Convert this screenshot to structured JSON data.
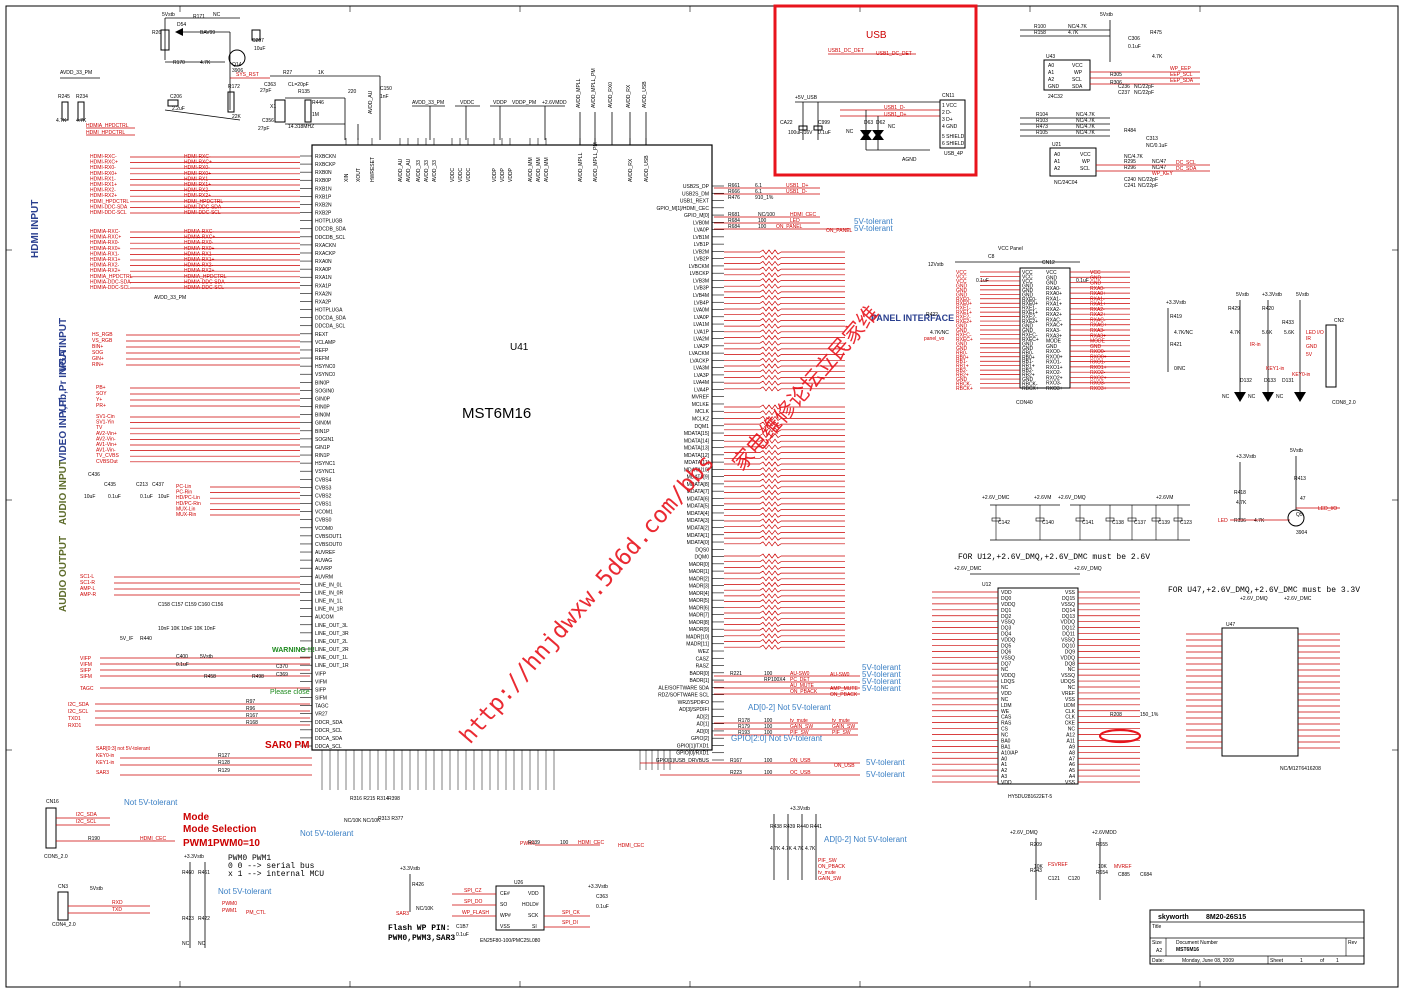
{
  "chip": {
    "ref": "U41",
    "part": "MST6M16",
    "pins_left": [
      "RXBCKN",
      "RXBCKP",
      "RXB0N",
      "RXB0P",
      "RXB1N",
      "RXB1P",
      "RXB2N",
      "RXB2P",
      "HOTPLUGB",
      "DDCDB_SDA",
      "DDCDB_SCL",
      "RXACKN",
      "RXACKP",
      "RXA0N",
      "RXA0P",
      "RXA1N",
      "RXA1P",
      "RXA2N",
      "RXA2P",
      "HOTPLUGA",
      "DDCDA_SDA",
      "DDCDA_SCL",
      "REXT",
      "VCLAMP",
      "REFP",
      "REFM",
      "HSYNC0",
      "VSYNC0",
      "BIN0P",
      "SOGIN0",
      "GIN0P",
      "RIN0P",
      "BIN0M",
      "GIN0M",
      "BIN1P",
      "SOGIN1",
      "GIN1P",
      "RIN1P",
      "HSYNC1",
      "VSYNC1",
      "CVBS4",
      "CVBS3",
      "CVBS2",
      "CVBS1",
      "VCOM1",
      "CVBS0",
      "VCOM0",
      "CVBSOUT1",
      "CVBSOUT0",
      "AUVREF",
      "AUVAG",
      "AUVRP",
      "AUVRM",
      "LINE_IN_0L",
      "LINE_IN_0R",
      "LINE_IN_1L",
      "LINE_IN_1R",
      "AUCOM",
      "LINE_OUT_3L",
      "LINE_OUT_3R",
      "LINE_OUT_2L",
      "LINE_OUT_2R",
      "LINE_OUT_1L",
      "LINE_OUT_1R",
      "VIFP",
      "VIFM",
      "SIFP",
      "SIFM",
      "TAGC",
      "VR27",
      "DDCR_SDA",
      "DDCR_SCL",
      "DDCA_SDA",
      "DDCA_SCL"
    ],
    "pins_right": [
      "USB2S_DP",
      "USB2S_DM",
      "USB1_REXT",
      "GPIO_M[1]/HDMI_CEC",
      "GPIO_M[0]",
      "LVB0M",
      "LVA0P",
      "LVB1M",
      "LVB1P",
      "LVB2M",
      "LVB2P",
      "LVBCKM",
      "LVBCKP",
      "LVB3M",
      "LVB3P",
      "LVB4M",
      "LVB4P",
      "LVA0M",
      "LVA0P",
      "LVA1M",
      "LVA1P",
      "LVA2M",
      "LVA2P",
      "LVACKM",
      "LVACKP",
      "LVA3M",
      "LVA3P",
      "LVA4M",
      "LVA4P",
      "MVREF",
      "MCLKE",
      "MCLK",
      "MCLKZ",
      "DQM1",
      "MDATA[15]",
      "MDATA[14]",
      "MDATA[13]",
      "MDATA[12]",
      "MDATA[11]",
      "MDATA[10]",
      "MDATA[9]",
      "MDATA[8]",
      "MDATA[7]",
      "MDATA[6]",
      "MDATA[5]",
      "MDATA[4]",
      "MDATA[3]",
      "MDATA[2]",
      "MDATA[1]",
      "MDATA[0]",
      "DQS0",
      "DQM0",
      "MADR[0]",
      "MADR[1]",
      "MADR[2]",
      "MADR[3]",
      "MADR[4]",
      "MADR[5]",
      "MADR[6]",
      "MADR[7]",
      "MADR[8]",
      "MADR[9]",
      "MADR[10]",
      "MADR[11]",
      "WEZ",
      "CASZ",
      "RASZ",
      "BADR[0]",
      "BADR[1]",
      "ALE/SOFTWARE SDA",
      "RDZ/SOFTWARE SCL",
      "WRZ/SPDIFO",
      "AD[3]/SPDIFI",
      "AD[2]",
      "AD[1]",
      "AD[0]",
      "GPIO[2]",
      "GPIO[1]/TXD1",
      "GPIO[0]/RXD1",
      "GPIO[1]/USB_DRVBUS"
    ],
    "pins_top": [
      "XIN",
      "XOUT",
      "HWRESET",
      "AVDD_AU",
      "AVDD_AU",
      "AVDD_33",
      "AVDD_33",
      "AVDD_33",
      "VDDC",
      "VDDC",
      "VDDC",
      "VDDP",
      "VDDP",
      "VDDP",
      "AVDD_MM",
      "AVDD_MM",
      "AVDD_MM",
      "AVDD_MPLL",
      "AVDD_MPLL_PM",
      "AVDD_RX",
      "AVDD_USB"
    ]
  },
  "power": {
    "rails": [
      "5Vstb",
      "AVDD_33_PM",
      "AVDD_33_PM",
      "VDDC",
      "VDDP",
      "VDDP_PM",
      "+2.6VMDD",
      "AVDD_MPLL",
      "AVDD_MPLL_PM",
      "AVDD_RX0",
      "AVDD_RX",
      "AVDD_USB",
      "AVDD_AU"
    ],
    "crystal": "14.318MHZ",
    "crystal_note": "CL=20pF",
    "reset_net": "SYS_RST"
  },
  "groups": {
    "hdmi": "HDMI INPUT",
    "vga": "VGA INPUT",
    "ypbpr": "Y,Pb,Pr INPUT",
    "video": "VIDEO INPUT",
    "audio_in": "AUDIO INPUT",
    "audio_out": "AUDIO OUTPUT",
    "panel": "PANEL INTERFACE"
  },
  "hdmi_nets": [
    "HDMI-RXC-",
    "HDMI-RXC+",
    "HDMI-RX0-",
    "HDMI-RX0+",
    "HDMI-RX1-",
    "HDMI-RX1+",
    "HDMI-RX2-",
    "HDMI-RX2+",
    "HDMI_HPDCTRL",
    "HDMI-DDC-SDA",
    "HDMI-DDC-SCL",
    "HDMIA-RXC-",
    "HDMIA-RXC+",
    "HDMIA-RX0-",
    "HDMIA-RX0+",
    "HDMIA-RX1-",
    "HDMIA-RX1+",
    "HDMIA-RX2-",
    "HDMIA-RX2+",
    "HDMIA_HPDCTRL",
    "HDMIA-DDC-SDA",
    "HDMIA-DDC-SCL"
  ],
  "vga_nets": [
    "HS_RGB",
    "VS_RGB",
    "BIN+",
    "SOG",
    "GIN+",
    "RIN+"
  ],
  "ypbpr_nets": [
    "PB+",
    "SOY",
    "Y+",
    "PR+"
  ],
  "video_nets": [
    "SV1-Cin",
    "SV1-Yin",
    "TV",
    "AV2-Vin+",
    "AV2-Vin-",
    "AV1-Vin+",
    "AV1-Vin-",
    "TV_CVBS",
    "CVBSOut"
  ],
  "audio_in_nets": [
    "PC-Lin",
    "PC-Rin",
    "HD/PC-Lin",
    "HD/PC-Rin",
    "MUX-Lin",
    "MUX-Rin"
  ],
  "audio_out_nets": [
    "SC1-L",
    "SC1-R",
    "AMP-L",
    "AMP-R"
  ],
  "usb": {
    "title": "USB",
    "connector": "CN11",
    "connector_part": "USB_4P",
    "pins": [
      "1 VCC",
      "2 D-",
      "3 D+",
      "4 GND",
      "5 SHIELD",
      "6 SHIELD"
    ],
    "net_det": "USB1_DC_DET",
    "rail": "+5V_USB",
    "caps": [
      "CA22",
      "C999"
    ],
    "diodes": [
      "D63",
      "D62"
    ],
    "gnd": "AGND",
    "cap_vals": [
      "100uF/16V",
      "0.1uF"
    ]
  },
  "eeprom": {
    "ref": "U43",
    "part": "24C32",
    "pins": [
      "A0",
      "A1",
      "A2",
      "GND",
      "VCC",
      "WP",
      "SCL",
      "SDA"
    ],
    "nets": [
      "WP_EEP",
      "EEP_SCL",
      "EEP_SDA"
    ]
  },
  "eeprom2": {
    "ref": "U21",
    "part": "NC/24C04",
    "nets": [
      "WP_KEY",
      "DC_SDA",
      "DC_SCL"
    ]
  },
  "lvds": {
    "connector": "CN12",
    "caption": "CON40",
    "rail": "VCC Panel",
    "rows_left": [
      "VCC",
      "VCC",
      "VCC",
      "GND",
      "GND",
      "GND",
      "RXE0-",
      "RXE0+",
      "RXE1-",
      "RXE1+",
      "RXE2-",
      "RXE2+",
      "GND",
      "GND",
      "RXEC-",
      "RXEC+",
      "GND",
      "GND",
      "RB0-",
      "RB0+",
      "RB1-",
      "RB1+",
      "RB2-",
      "RB2+",
      "GND",
      "RBCK-",
      "RBCK+"
    ],
    "rows_right": [
      "VCC",
      "GND",
      "GND",
      "RXA0-",
      "RXA0+",
      "RXA1-",
      "RXA1+",
      "RXA2-",
      "RXA2+",
      "RXAC-",
      "RXAC+",
      "RXA3-",
      "RXA3+",
      "MODE",
      "GND",
      "RXO0-",
      "RXO0+",
      "RXO1-",
      "RXO1+",
      "RXO2-",
      "RXO2+",
      "RXO3-",
      "RXO3+"
    ],
    "panel_net": "panel_vo",
    "tol": "5V-tolerant"
  },
  "ddr": {
    "ref": "U12",
    "part": "HY5DU281622ET-5",
    "note": "FOR U12,+2.6V_DMQ,+2.6V_DMC must be 2.6V",
    "pins_left": [
      "VDD",
      "DQ0",
      "VDDQ",
      "DQ1",
      "DQ2",
      "VSSQ",
      "DQ3",
      "DQ4",
      "VDDQ",
      "DQ5",
      "DQ6",
      "VSSQ",
      "DQ7",
      "NC",
      "VDDQ",
      "LDQS",
      "NC",
      "VDD",
      "NC",
      "LDM",
      "WE",
      "CAS",
      "RAS",
      "CS",
      "NC",
      "BA0",
      "BA1",
      "A10/AP",
      "A0",
      "A1",
      "A2",
      "A3",
      "VDD"
    ],
    "pins_right": [
      "VSS",
      "DQ15",
      "VSSQ",
      "DQ14",
      "DQ13",
      "VDDQ",
      "DQ12",
      "DQ11",
      "VSSQ",
      "DQ10",
      "DQ9",
      "VDDQ",
      "DQ8",
      "NC",
      "VSSQ",
      "UDQS",
      "NC",
      "VREF",
      "VSS",
      "UDM",
      "CLK",
      "CLK",
      "CKE",
      "NC",
      "A12",
      "A11",
      "A9",
      "A8",
      "A7",
      "A6",
      "A5",
      "A4",
      "VSS"
    ],
    "caps": [
      "C142",
      "C140",
      "C141",
      "C138",
      "C137",
      "C139",
      "C123"
    ]
  },
  "sdram": {
    "ref": "U47",
    "part": "NC/M12T6416208",
    "note": "FOR U47,+2.6V_DMQ,+2.6V_DMC must be 3.3V"
  },
  "keys": {
    "ref": "CN2",
    "caption": "CON8_2.0",
    "diodes": [
      "D132",
      "D133",
      "D131"
    ]
  },
  "led": {
    "nets": [
      "LED_I/O",
      "LED"
    ],
    "transistor": "Q5",
    "part": "3904"
  },
  "i2c_conn": {
    "ref": "CN16",
    "caption": "CON5_2.0",
    "nets": [
      "I2C_SDA",
      "I2C_SCL",
      "HDMI_CEC"
    ]
  },
  "uart_conn": {
    "ref": "CN3",
    "caption": "CON4_2.0",
    "nets": [
      "RXD",
      "TXD"
    ]
  },
  "mode": {
    "title": "Mode Selection",
    "sub": "PWM1PWM0=10",
    "cols": "PWM0 PWM1",
    "row1": "0      0  --> serial bus",
    "row2": "x      1  --> internal MCU"
  },
  "flash": {
    "ref": "U26",
    "part": "EN25F80-100/PMC25L080",
    "pins": [
      "CE#",
      "SO",
      "WP#",
      "VSS",
      "VDD",
      "HOLD#",
      "SCK",
      "SI"
    ],
    "note_title": "Flash WP PIN:",
    "note_pins": "PWM0,PWM3,SAR3"
  },
  "sar": {
    "label": "SAR0 PM",
    "note": "SAR[0:3] not 5V-tolerant",
    "nets": [
      "KEY0-in",
      "KEY1-in",
      "SAR3"
    ]
  },
  "misc": {
    "warning": "WARNING !!!",
    "please_close": "Please close",
    "tol_1": "Not 5V-tolerant",
    "tol_2": "5V-tolerant",
    "tol_3": "AD[0-2] Not 5V-tolerant",
    "tol_4": "GPIO[2:0] Not 5V-tolerant",
    "usb_ctl": [
      "ON_USB",
      "OC_USB"
    ],
    "audio_ctl": [
      "AU-SW0",
      "AU-MUTE",
      "ON_PBACK",
      "MUTE",
      "PIF_SW",
      "GAIN_SW"
    ]
  },
  "titleblock": {
    "company": "skyworth",
    "model": "8M20-26S15",
    "title_label": "Title",
    "size_label": "Size",
    "size": "A2",
    "docnum_label": "Document Number",
    "docnum": "MST6M16",
    "rev_label": "Rev",
    "date_label": "Date:",
    "date": "Monday, June 08, 2009",
    "sheet_label": "Sheet",
    "sheet_num": "1",
    "sheet_of": "of",
    "sheet_total": "1"
  },
  "overlay": {
    "watermark_url": "http://hnjdwxw.5d6d.com/bbs",
    "watermark_cn": "家电维修论坛立民家维",
    "highlight_color": "#e8141c",
    "watermark_color": "#e8141c"
  }
}
